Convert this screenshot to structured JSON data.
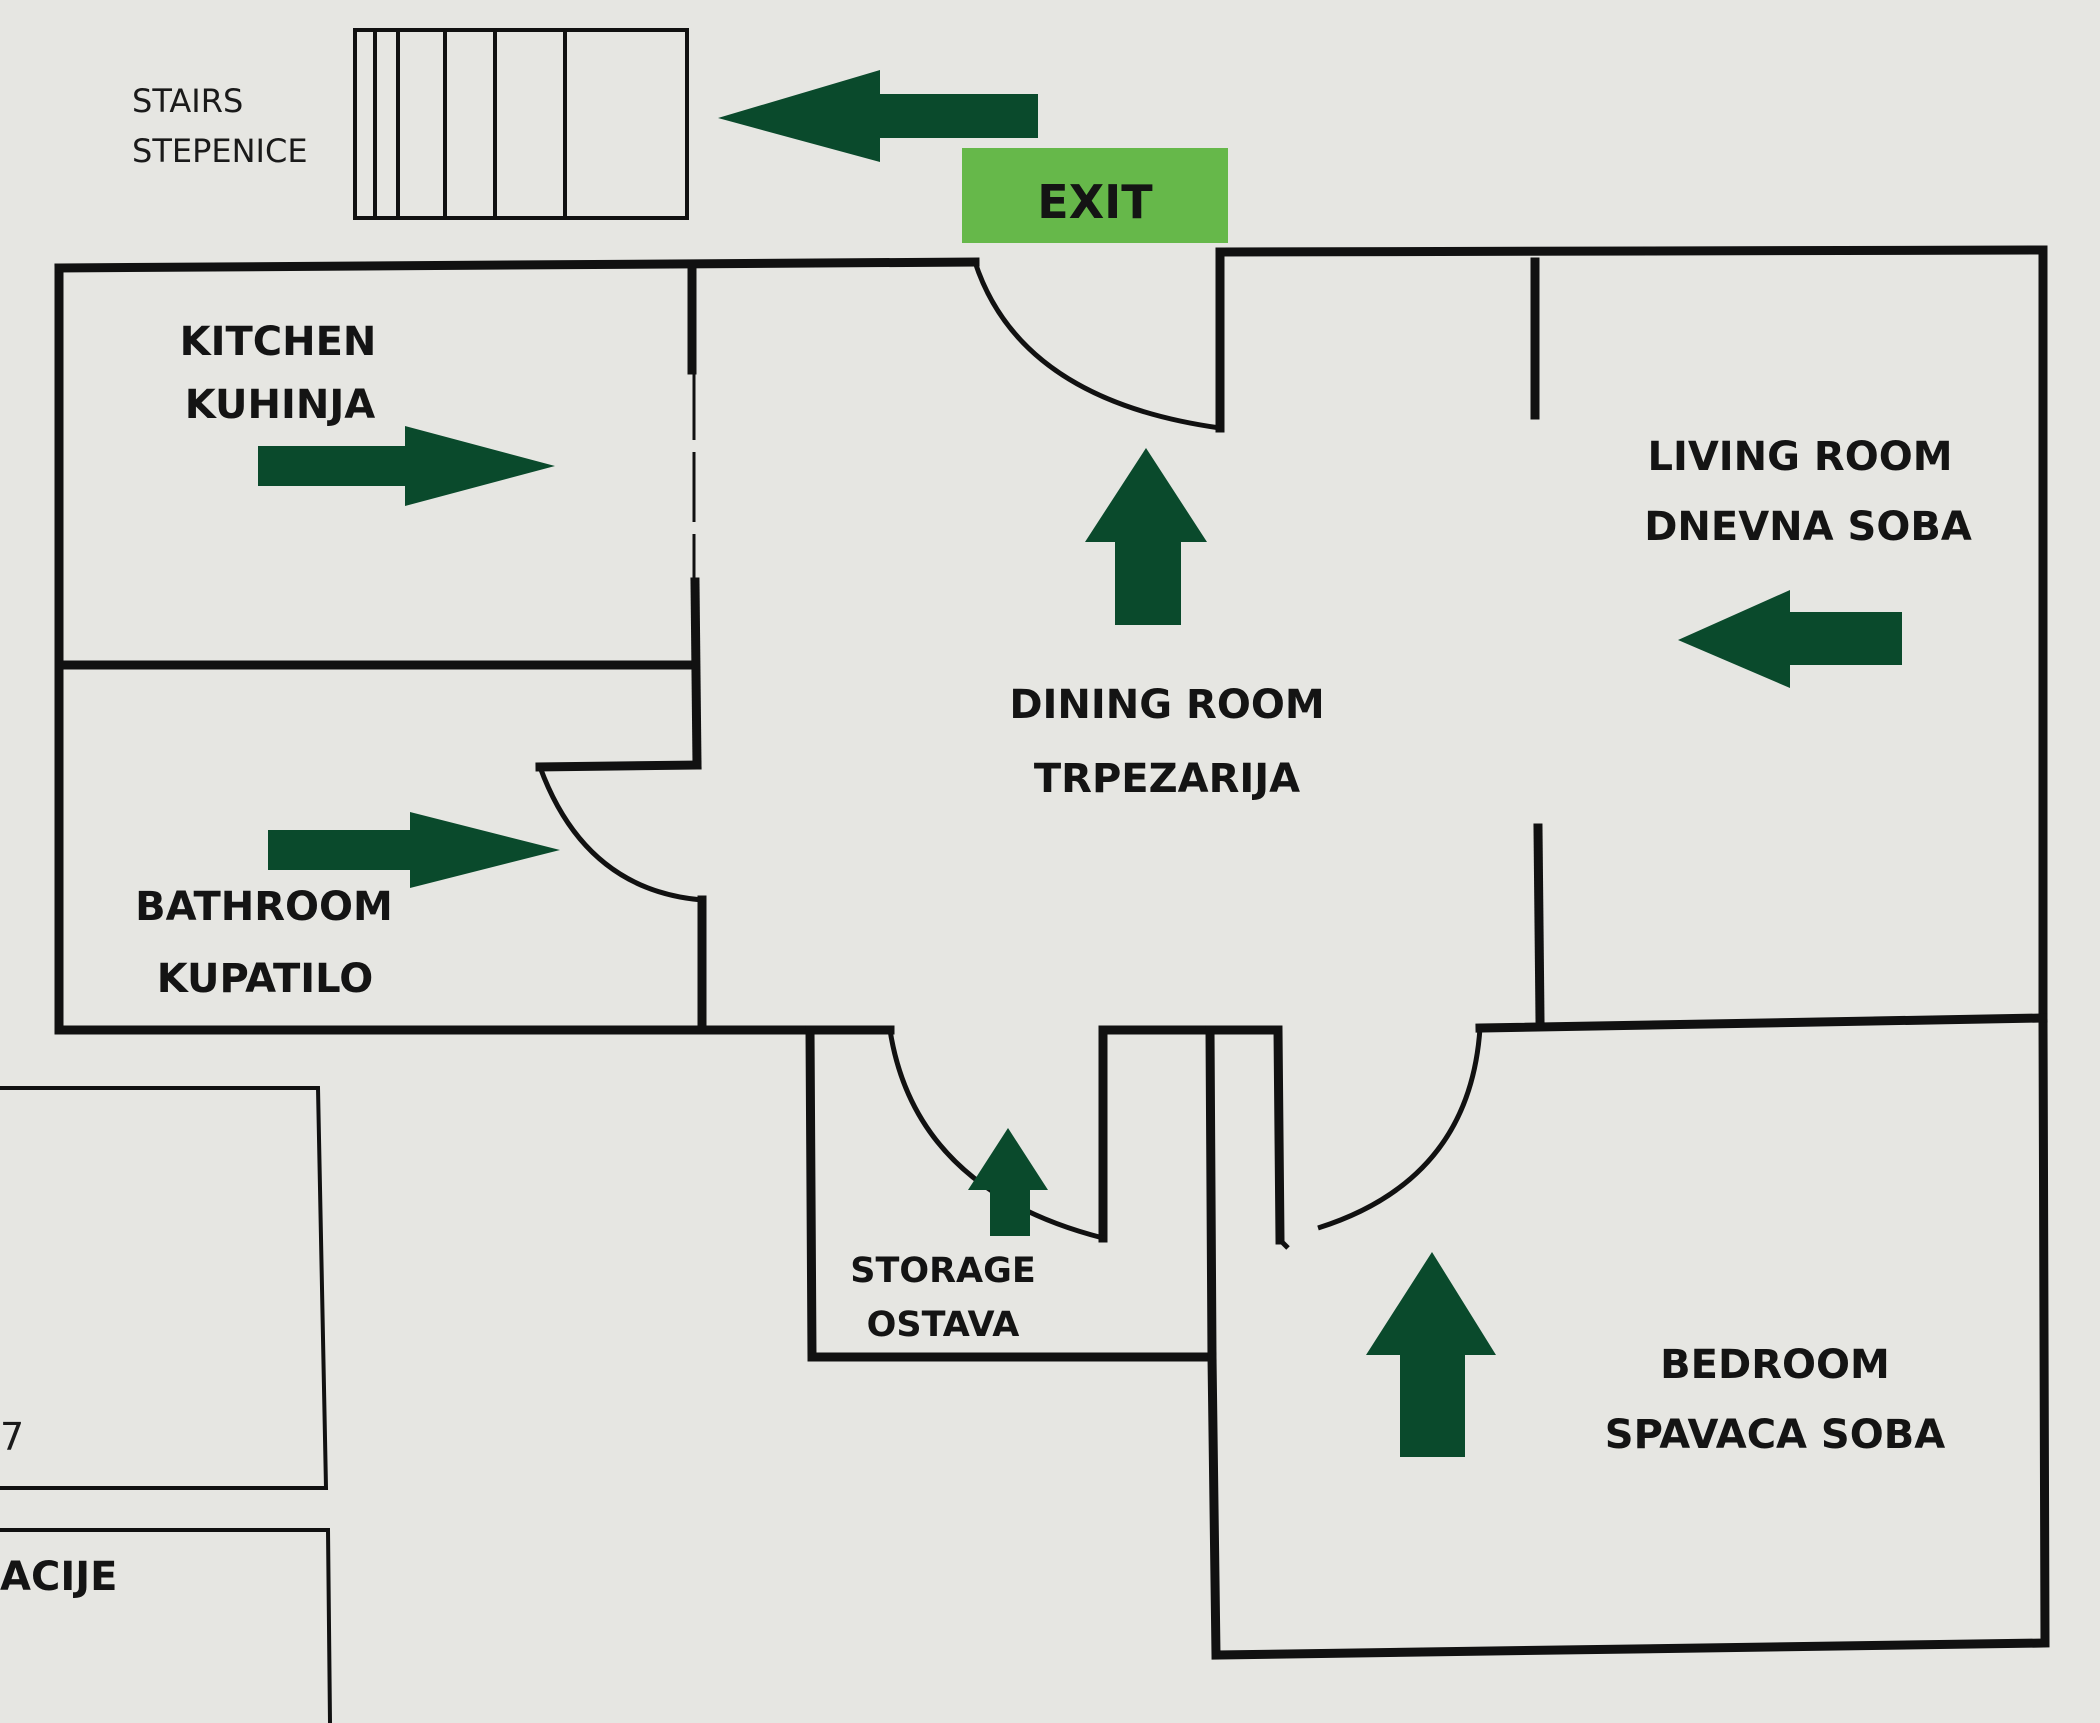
{
  "colors": {
    "background": "#e6e6e2",
    "walls": "#111111",
    "arrow": "#0a4a2c",
    "exit_sign": "#66b84a"
  },
  "exit": {
    "label": "EXIT"
  },
  "stairs": {
    "label_en": "STAIRS",
    "label_local": "STEPENICE"
  },
  "rooms": {
    "kitchen": {
      "label_en": "KITCHEN",
      "label_local": "KUHINJA"
    },
    "bathroom": {
      "label_en": "BATHROOM",
      "label_local": "KUPATILO"
    },
    "dining": {
      "label_en": "DINING ROOM",
      "label_local": "TRPEZARIJA"
    },
    "living": {
      "label_en": "LIVING ROOM",
      "label_local": "DNEVNA SOBA"
    },
    "storage": {
      "label_en": "STORAGE",
      "label_local": "OSTAVA"
    },
    "bedroom": {
      "label_en": "BEDROOM",
      "label_local": "SPAVACA SOBA"
    }
  },
  "legend": {
    "fragment_1": "7",
    "fragment_2": "ACIJE"
  },
  "icons": [
    "arrow-right-icon",
    "arrow-left-icon",
    "arrow-up-icon",
    "stairs-icon"
  ]
}
